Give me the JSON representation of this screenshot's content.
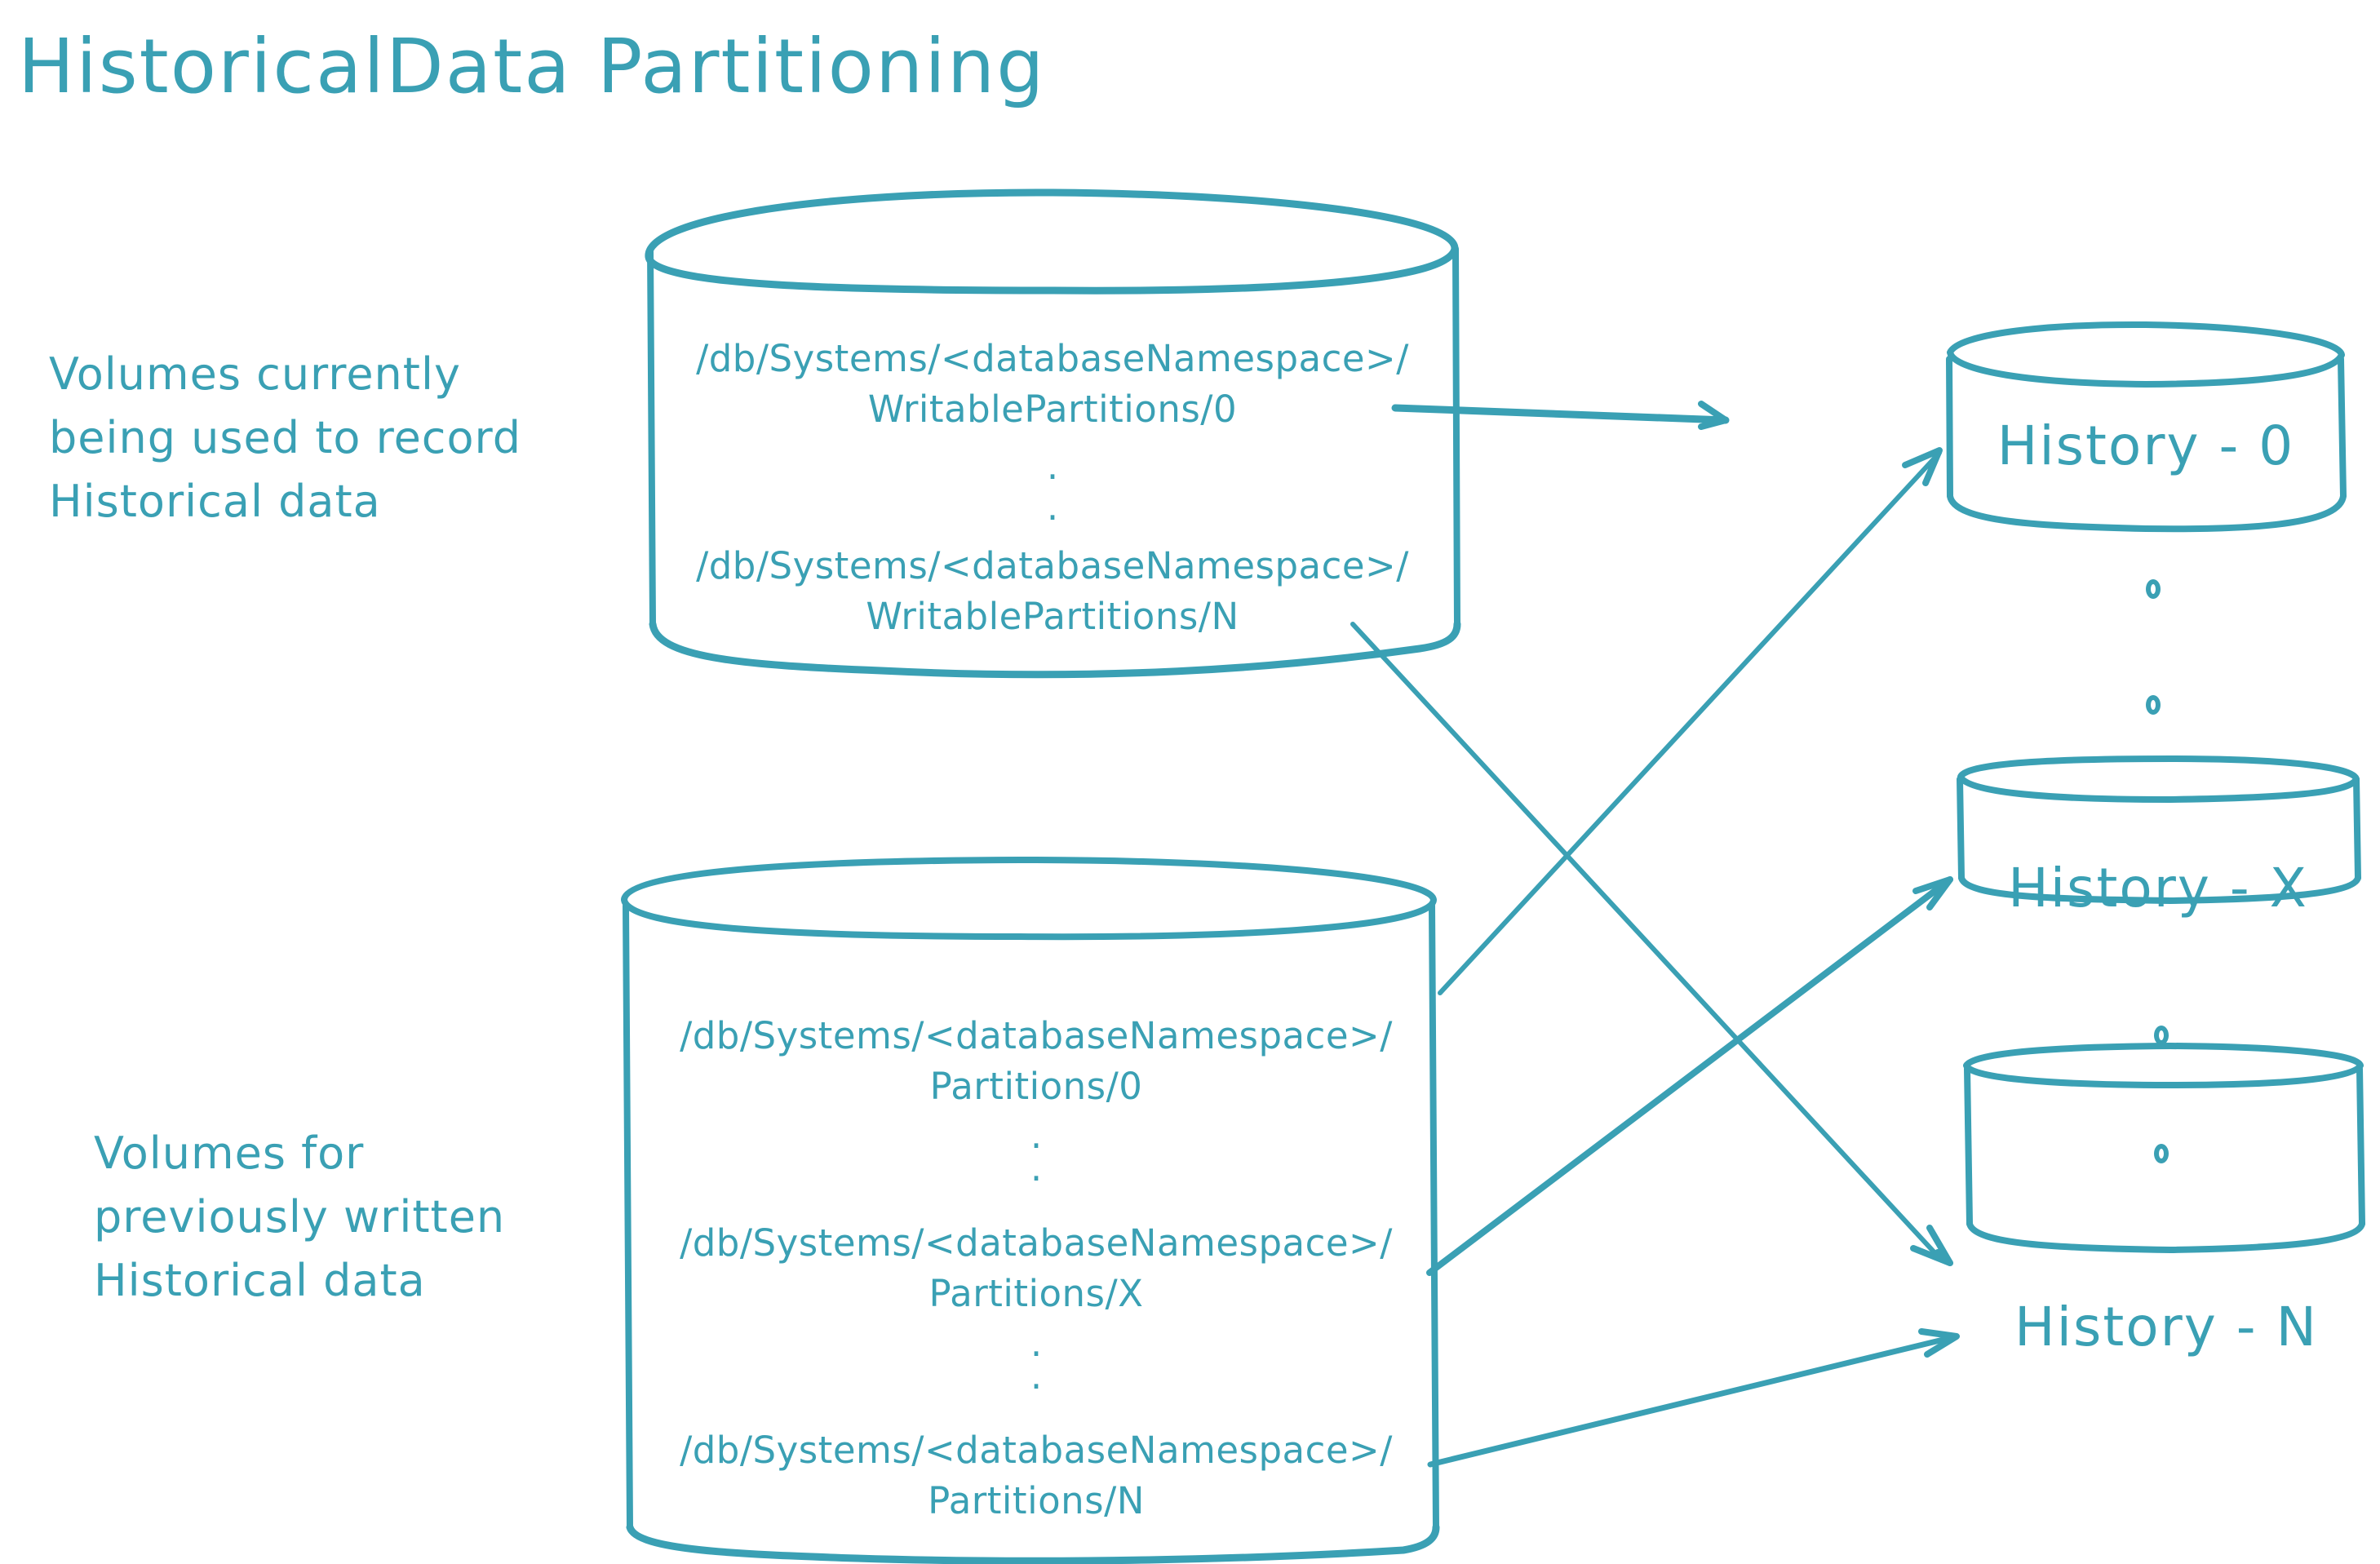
{
  "title": "HistoricalData Partitioning",
  "notes": {
    "writable": "Volumes currently\nbeing used to record\nHistorical data",
    "previous": "Volumes for\npreviously written\nHistorical data"
  },
  "writable_volume": {
    "entries": [
      {
        "line1": "/db/Systems/<databaseNamespace>/",
        "line2": "WritablePartitions/0"
      },
      {
        "line1": "/db/Systems/<databaseNamespace>/",
        "line2": "WritablePartitions/N"
      }
    ],
    "ellipsis": "."
  },
  "partition_volume": {
    "entries": [
      {
        "line1": "/db/Systems/<databaseNamespace>/",
        "line2": "Partitions/0"
      },
      {
        "line1": "/db/Systems/<databaseNamespace>/",
        "line2": "Partitions/X"
      },
      {
        "line1": "/db/Systems/<databaseNamespace>/",
        "line2": "Partitions/N"
      }
    ],
    "ellipsis": "."
  },
  "history_stores": [
    {
      "label": "History - 0"
    },
    {
      "label": "History - X"
    },
    {
      "label": "History - N"
    }
  ],
  "connections": [
    {
      "from": "WritablePartitions/0",
      "to": "History - 0"
    },
    {
      "from": "WritablePartitions/N",
      "to": "History - N"
    },
    {
      "from": "Partitions/0",
      "to": "History - 0"
    },
    {
      "from": "Partitions/X",
      "to": "History - X"
    },
    {
      "from": "Partitions/N",
      "to": "History - N"
    }
  ],
  "colors": {
    "stroke": "#3aa0b4",
    "background": "#ffffff"
  }
}
